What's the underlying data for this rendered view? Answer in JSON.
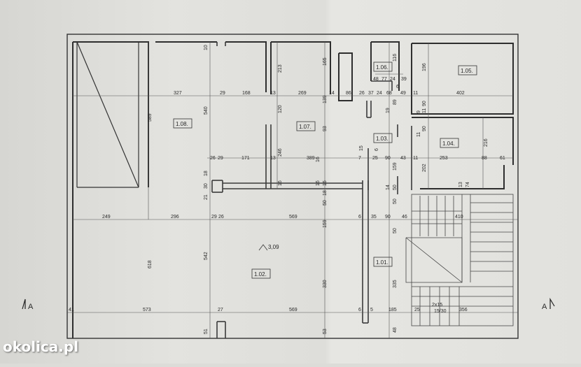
{
  "watermark": "okolica.pl",
  "rooms": {
    "r101": "1.01.",
    "r102": "1.02.",
    "r103": "1.03.",
    "r104": "1.04.",
    "r105": "1.05.",
    "r106": "1.06.",
    "r107": "1.07.",
    "r108": "1.08."
  },
  "section_marks": {
    "left": "A",
    "right": "A"
  },
  "level_mark": "3,09",
  "dims": {
    "h1": [
      "327",
      "29",
      "168",
      "13",
      "269",
      "14",
      "86",
      "26",
      "37",
      "24",
      "68",
      "49",
      "11",
      "402"
    ],
    "h2": [
      "26",
      "29",
      "171",
      "13",
      "389",
      "7",
      "25",
      "90",
      "43",
      "11",
      "253",
      "88",
      "61"
    ],
    "h3": [
      "249",
      "296",
      "29",
      "26",
      "569",
      "6",
      "35",
      "90",
      "46",
      "410"
    ],
    "h4": [
      "41",
      "573",
      "27",
      "569",
      "6",
      "5",
      "185",
      "25",
      "356"
    ],
    "top": [
      "48",
      "77",
      "24",
      "39",
      "6"
    ],
    "stair": [
      "2x15",
      "15/30"
    ],
    "v1": [
      "589",
      "10",
      "540",
      "18",
      "30",
      "21",
      "618",
      "542",
      "51"
    ],
    "v2": [
      "213",
      "120",
      "246",
      "16",
      "16",
      "16"
    ],
    "v3": [
      "165",
      "139",
      "93",
      "16",
      "18",
      "50",
      "159",
      "330",
      "53"
    ],
    "v4": [
      "116",
      "89",
      "19",
      "159",
      "14",
      "50",
      "50",
      "50",
      "335",
      "48"
    ],
    "v5": [
      "196",
      "90",
      "11",
      "9",
      "90",
      "11",
      "202",
      "216",
      "13",
      "74",
      "15",
      "6"
    ]
  }
}
